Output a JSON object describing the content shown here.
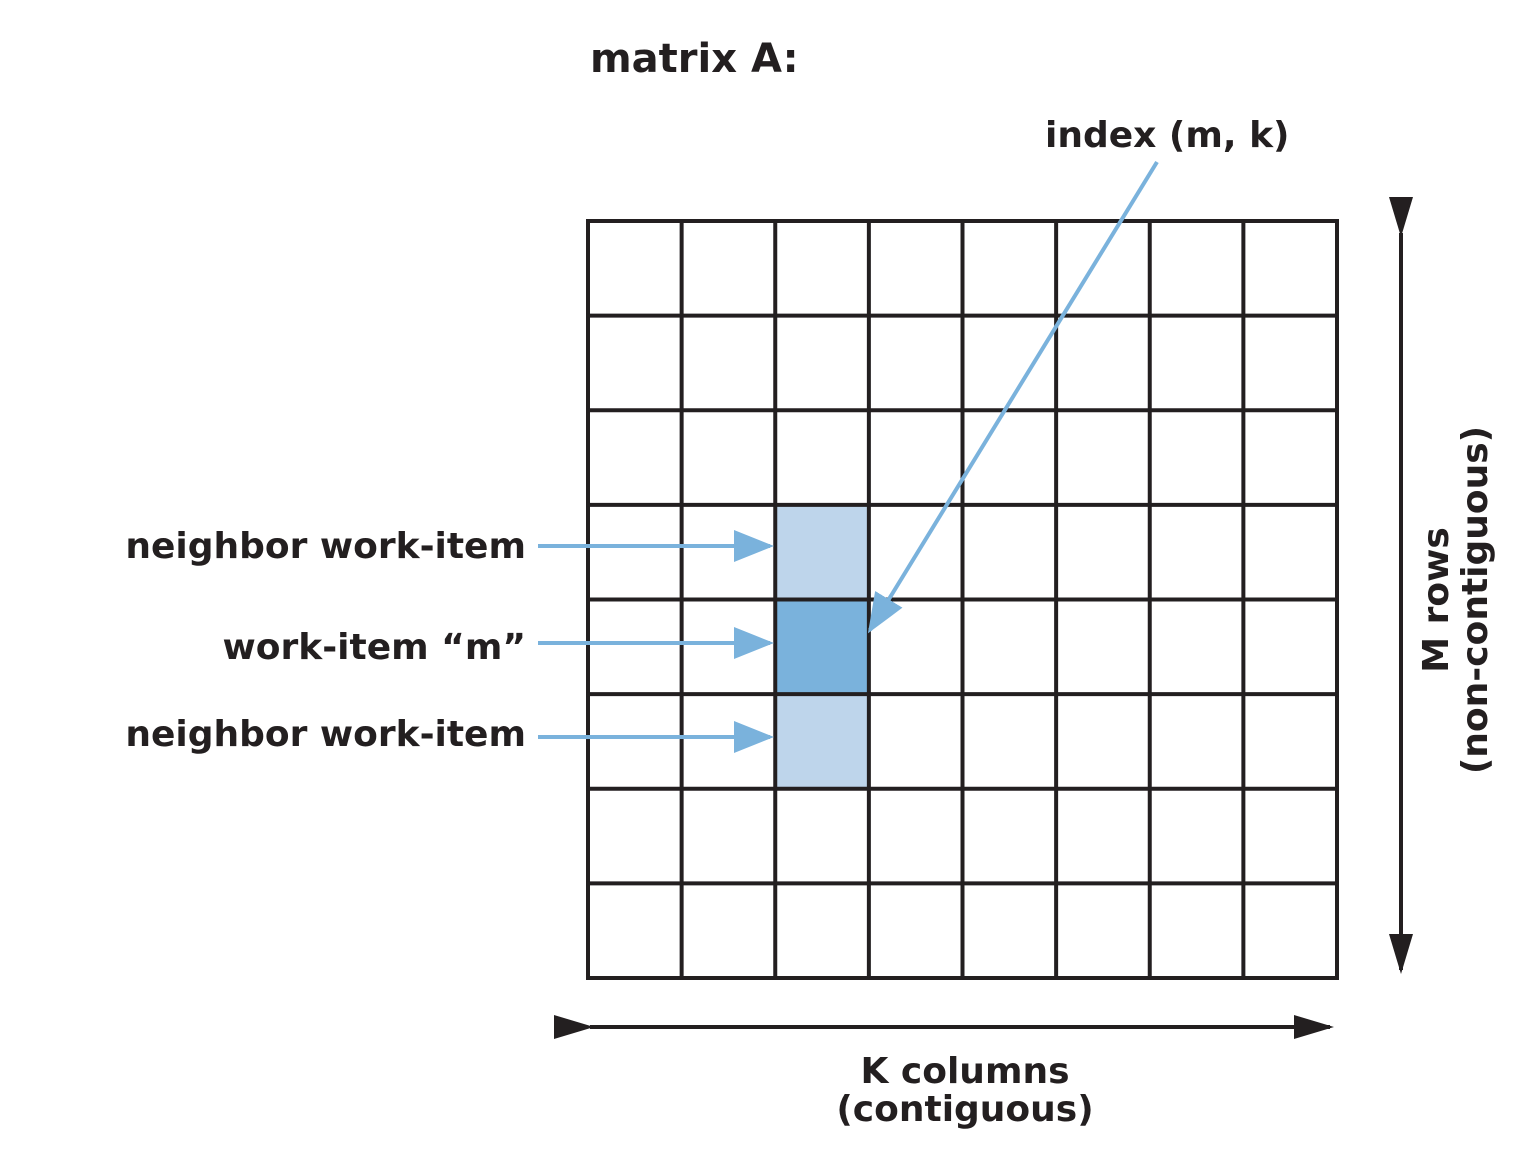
{
  "title": "matrix A:",
  "index_label": "index (m, k)",
  "row_labels": {
    "neighbor_above": "neighbor work-item",
    "work_item": "work-item “m”",
    "neighbor_below": "neighbor work-item"
  },
  "axis_labels": {
    "columns_line1": "K columns",
    "columns_line2": "(contiguous)",
    "rows_line1": "M rows",
    "rows_line2": "(non-contiguous)"
  },
  "grid": {
    "rows": 8,
    "cols": 8,
    "highlight_col": 2,
    "work_item_row": 4,
    "neighbor_rows": [
      3,
      5
    ]
  },
  "colors": {
    "grid_line": "#231f20",
    "work_item_fill": "#7ab2dc",
    "neighbor_fill": "#bed5eb",
    "pointer_arrow": "#7ab2dc",
    "axis_arrow": "#231f20",
    "text": "#231f20"
  }
}
